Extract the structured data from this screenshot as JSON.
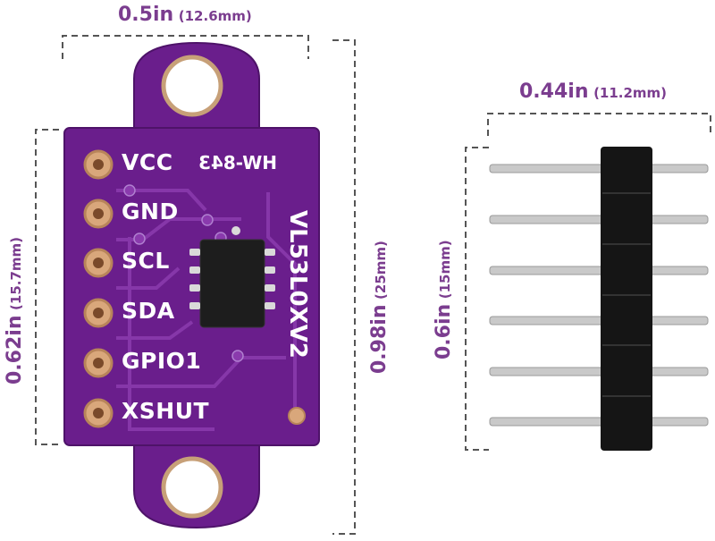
{
  "colors": {
    "pcb": "#6a1e8c",
    "pcb_dark": "#4e1369",
    "dimension_text": "#7b3d8f",
    "copper_pad": "#d9a77b",
    "header_plastic": "#151515",
    "pin_metal": "#c9c9c9"
  },
  "dimensions": {
    "board_width": {
      "imperial": "0.5in",
      "metric": "(12.6mm)"
    },
    "board_height": {
      "imperial": "0.62in",
      "metric": "(15.7mm)"
    },
    "total_height": {
      "imperial": "0.98in",
      "metric": "(25mm)"
    },
    "header_width": {
      "imperial": "0.44in",
      "metric": "(11.2mm)"
    },
    "header_height": {
      "imperial": "0.6in",
      "metric": "(15mm)"
    }
  },
  "board": {
    "pins": [
      "VCC",
      "GND",
      "SCL",
      "SDA",
      "GPIO1",
      "XSHUT"
    ],
    "model_code": "HW-843",
    "chip_label": "VL53L0XV2"
  }
}
